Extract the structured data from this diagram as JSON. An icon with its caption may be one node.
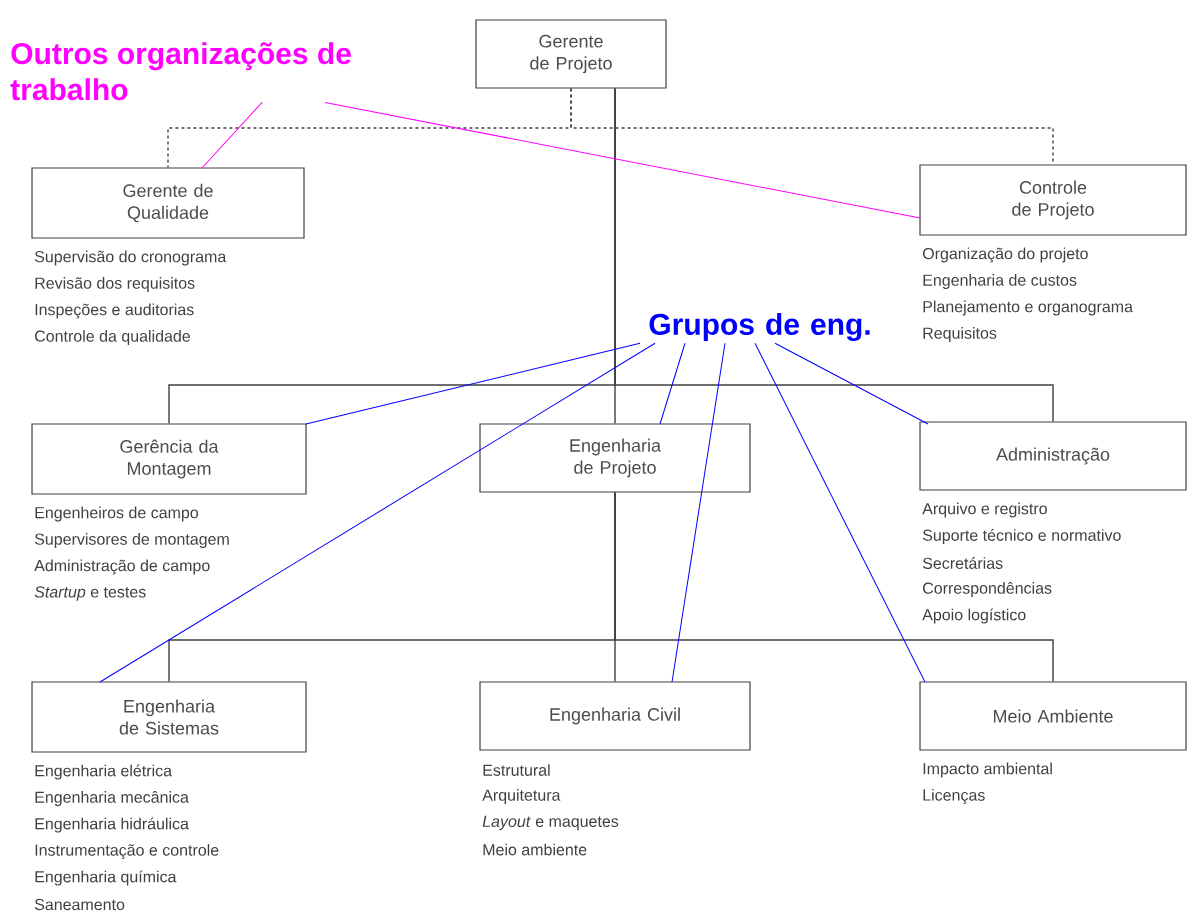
{
  "diagram": {
    "nodes": [
      {
        "text": [
          "Gerente de Projeto"
        ]
      },
      {
        "text": [
          "Gerente de Qualidade"
        ],
        "beside": [
          "Supervisão do cronograma",
          "Revisão dos requisitos",
          "Inspeções e auditorias",
          "Controle da qualidade"
        ]
      },
      {
        "text": [
          "Controle de Projeto"
        ],
        "beside": [
          "Organização do projeto",
          "Engenharia de custos",
          "Planejamento e organograma",
          "Requisitos"
        ]
      },
      {
        "text": [
          "Gerência da Montagem"
        ],
        "beside": [
          "Engenheiros de campo",
          "Supervisores de montagem",
          "Administração de campo",
          "*Startup* e testes"
        ]
      },
      {
        "text": [
          "Engenharia de Projeto"
        ]
      },
      {
        "text": [
          "Administração"
        ],
        "beside": [
          "Arquivo e registro",
          "Suporte técnico e normativo",
          "Secretárias",
          "Correspondências",
          "Apoio logístico"
        ]
      },
      {
        "text": [
          "Engenharia de Sistemas"
        ],
        "beside": [
          "Engenharia elétrica",
          "Engenharia mecânica",
          "Engenharia hidráulica",
          "Instrumentação e controle",
          "Engenharia química",
          "Saneamento"
        ]
      },
      {
        "text": [
          "Engenharia Civil"
        ],
        "beside": [
          "Estrutural",
          "Arquitetura",
          "*Layout* e maquetes",
          "Meio ambiente"
        ]
      },
      {
        "text": [
          "Meio Ambiente"
        ],
        "beside": [
          "Impacto ambiental",
          "Licenças"
        ]
      },
      {
        "text": [
          "Outros organizações de trabalho"
        ]
      },
      {
        "text": [
          "Grupos de eng."
        ]
      }
    ],
    "edges": [
      {
        "from": 0,
        "to": 1,
        "arrow": "none",
        "style": "dashed"
      },
      {
        "from": 0,
        "to": 2,
        "arrow": "none",
        "style": "dashed"
      },
      {
        "from": 0,
        "to": 3,
        "arrow": "none"
      },
      {
        "from": 0,
        "to": 4,
        "arrow": "none"
      },
      {
        "from": 0,
        "to": 5,
        "arrow": "none"
      },
      {
        "from": 4,
        "to": 6,
        "arrow": "none"
      },
      {
        "from": 4,
        "to": 7,
        "arrow": "none"
      },
      {
        "from": 4,
        "to": 8,
        "arrow": "none"
      },
      {
        "from": 9,
        "to": 1,
        "arrow": "none",
        "color": "#ff00ff"
      },
      {
        "from": 9,
        "to": 2,
        "arrow": "none",
        "color": "#ff00ff"
      },
      {
        "from": 10,
        "to": 3,
        "arrow": "none",
        "color": "#0000ff"
      },
      {
        "from": 10,
        "to": 4,
        "arrow": "none",
        "color": "#0000ff"
      },
      {
        "from": 10,
        "to": 5,
        "arrow": "none",
        "color": "#0000ff"
      },
      {
        "from": 10,
        "to": 6,
        "arrow": "none",
        "color": "#0000ff"
      },
      {
        "from": 10,
        "to": 7,
        "arrow": "none",
        "color": "#0000ff"
      },
      {
        "from": 10,
        "to": 8,
        "arrow": "none",
        "color": "#0000ff"
      }
    ]
  }
}
